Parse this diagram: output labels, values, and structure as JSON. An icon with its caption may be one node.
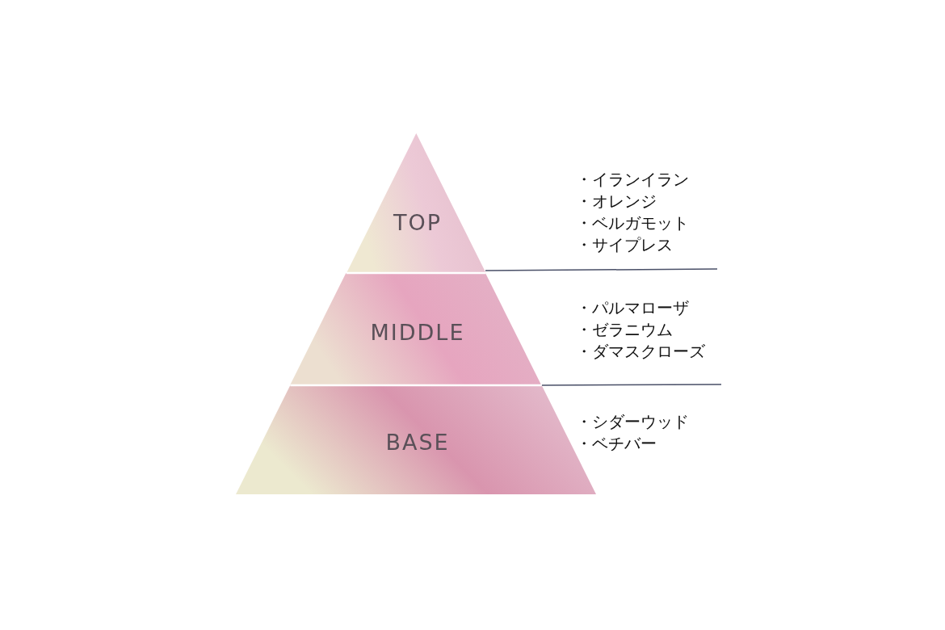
{
  "diagram": {
    "nodes": [
      {
        "text": [
          "TOP"
        ],
        "beside": [
          "・イランイラン",
          "・オレンジ",
          "・ベルガモット",
          "・サイプレス"
        ]
      },
      {
        "text": [
          "MIDDLE"
        ],
        "beside": [
          "・パルマローザ",
          "・ゼラニウム",
          "・ダマスクローズ"
        ]
      },
      {
        "text": [
          "BASE"
        ],
        "beside": [
          "・シダーウッド",
          "・ベチバー"
        ]
      }
    ]
  }
}
